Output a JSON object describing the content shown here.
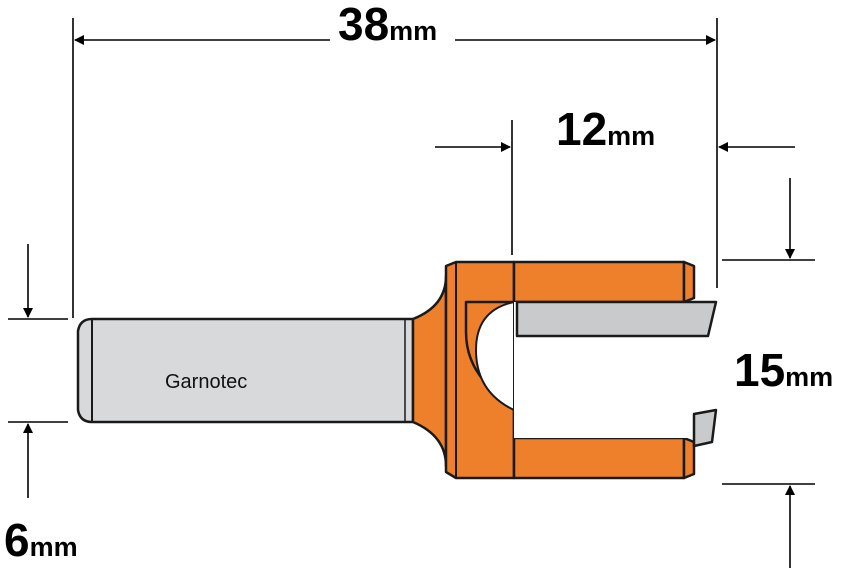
{
  "dimensions": {
    "overall_length": {
      "value": "38",
      "unit": "mm"
    },
    "cutting_length": {
      "value": "12",
      "unit": "mm"
    },
    "plug_diameter": {
      "value": "15",
      "unit": "mm"
    },
    "shank_diameter": {
      "value": "6",
      "unit": "mm"
    }
  },
  "brand": "Garnotec",
  "colors": {
    "body": "#EE7F2B",
    "shank": "#D7D9DB",
    "blade": "#C8CACC",
    "outline": "#1A1A1A"
  }
}
